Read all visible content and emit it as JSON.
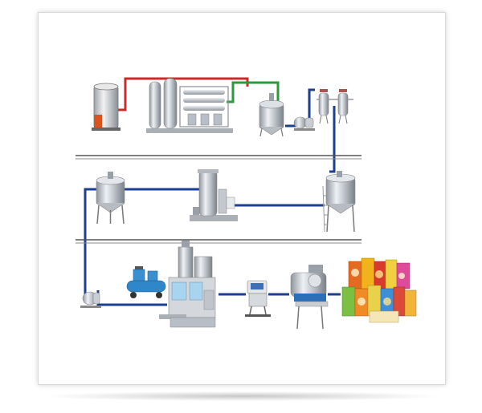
{
  "colors": {
    "hot_pipe": "#cc2a2a",
    "green_pipe": "#2b9a3a",
    "blue_pipe": "#1d3f8f",
    "steel": "#c9ced4",
    "steel_dark": "#8a9099",
    "boiler_body": "#d8d8d8",
    "boiler_accent": "#d9531e",
    "divider": "#555555"
  },
  "diagram": {
    "rows": 3,
    "equipment": [
      {
        "name": "steam-boiler",
        "row": 1
      },
      {
        "name": "water-treatment-system",
        "row": 1
      },
      {
        "name": "mixing-tank",
        "row": 1
      },
      {
        "name": "transfer-pump",
        "row": 1
      },
      {
        "name": "filter-pair",
        "row": 1
      },
      {
        "name": "storage-tank-left",
        "row": 2
      },
      {
        "name": "uht-sterilizer",
        "row": 2
      },
      {
        "name": "storage-tank-right",
        "row": 2
      },
      {
        "name": "feed-pump",
        "row": 3
      },
      {
        "name": "air-compressor",
        "row": 3
      },
      {
        "name": "aseptic-filling-machine",
        "row": 3
      },
      {
        "name": "inkjet-coder",
        "row": 3
      },
      {
        "name": "straw-applicator",
        "row": 3
      },
      {
        "name": "finished-cartons",
        "row": 3
      }
    ]
  }
}
